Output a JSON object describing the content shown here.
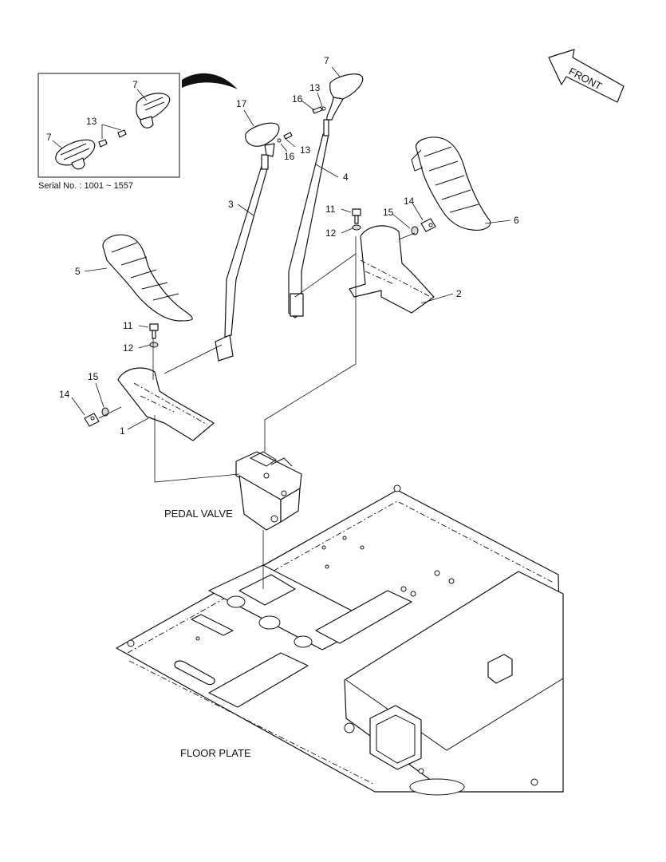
{
  "labels": {
    "p1": "1",
    "p2": "2",
    "p3": "3",
    "p4": "4",
    "p5": "5",
    "p6": "6",
    "p7_main": "7",
    "p7_inset_a": "7",
    "p7_inset_b": "7",
    "p11_right": "11",
    "p11_left": "11",
    "p12_right": "12",
    "p12_left": "12",
    "p13_main_a": "13",
    "p13_main_b": "13",
    "p13_inset": "13",
    "p14_right": "14",
    "p14_left": "14",
    "p15_right": "15",
    "p15_left": "15",
    "p16_a": "16",
    "p16_b": "16",
    "p17": "17"
  },
  "captions": {
    "serial": "Serial No. : 1001 ~ 1557",
    "pedal_valve": "PEDAL VALVE",
    "floor_plate": "FLOOR PLATE",
    "front": "FRONT"
  }
}
